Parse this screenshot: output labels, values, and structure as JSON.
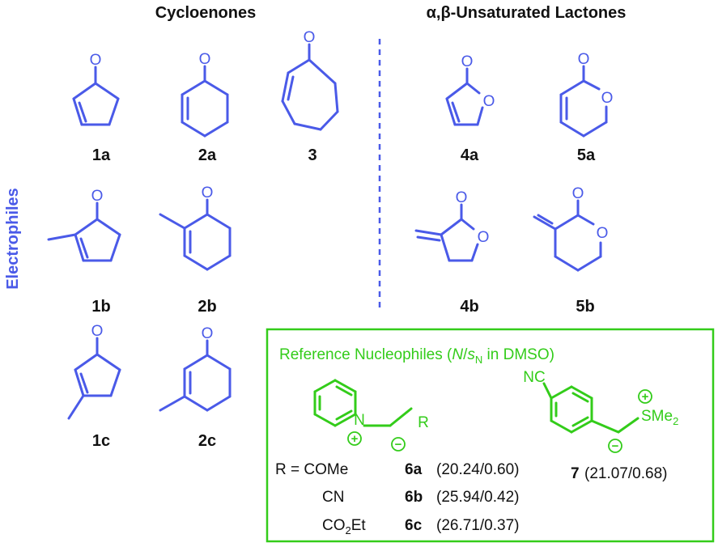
{
  "colors": {
    "electrophile": "#4a5ae8",
    "nucleophile": "#33cc1a",
    "label": "#111111",
    "background": "#ffffff"
  },
  "section_left_title": "Cycloenones",
  "section_right_title": "α,β-Unsaturated Lactones",
  "side_label": "Electrophiles",
  "electrophiles": [
    {
      "id": "1a",
      "label": "1a"
    },
    {
      "id": "2a",
      "label": "2a"
    },
    {
      "id": "3",
      "label": "3"
    },
    {
      "id": "4a",
      "label": "4a"
    },
    {
      "id": "5a",
      "label": "5a"
    },
    {
      "id": "1b",
      "label": "1b"
    },
    {
      "id": "2b",
      "label": "2b"
    },
    {
      "id": "4b",
      "label": "4b"
    },
    {
      "id": "5b",
      "label": "5b"
    },
    {
      "id": "1c",
      "label": "1c"
    },
    {
      "id": "2c",
      "label": "2c"
    }
  ],
  "atom_labels": {
    "oxygen": "O"
  },
  "reference_box": {
    "title_main": "Reference Nucleophiles (",
    "title_N": "N",
    "title_slash": "/",
    "title_s": "s",
    "title_sub": "N",
    "title_end": " in DMSO)",
    "pyridinium": {
      "N": "N",
      "R": "R",
      "plus": "+",
      "minus": "−"
    },
    "sulfonium": {
      "NC": "NC",
      "SMe": "SMe",
      "sub": "2",
      "plus": "+",
      "minus": "−"
    },
    "rows": [
      {
        "r": "R = COMe",
        "id": "6a",
        "params": "(20.24/0.60)"
      },
      {
        "r": "CN",
        "id": "6b",
        "params": "(25.94/0.42)"
      },
      {
        "r_main": "CO",
        "r_sub": "2",
        "r_end": "Et",
        "id": "6c",
        "params": "(26.71/0.37)"
      }
    ],
    "compound7": {
      "id": "7",
      "params": "(21.07/0.68)"
    }
  }
}
